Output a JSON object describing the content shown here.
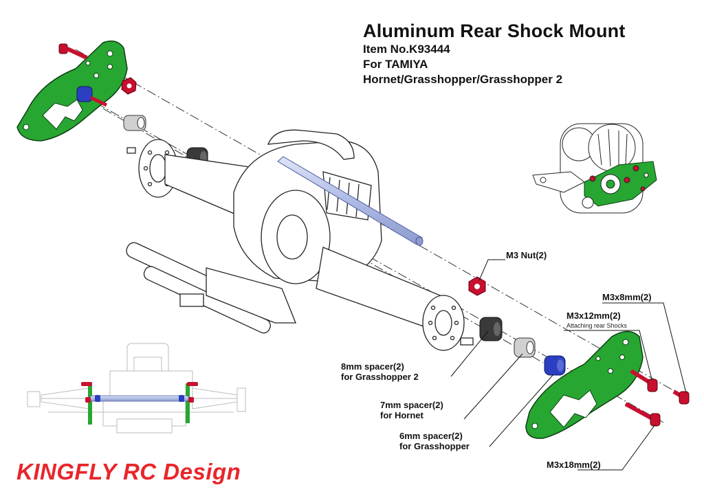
{
  "header": {
    "title": "Aluminum Rear Shock Mount",
    "item_no": "Item No.K93444",
    "for_line": "For TAMIYA",
    "models": "Hornet/Grasshopper/Grasshopper 2"
  },
  "callouts": {
    "m3_nut": "M3 Nut(2)",
    "m3x8": "M3x8mm(2)",
    "m3x12": "M3x12mm(2)",
    "m3x12_note": "Attaching rear Shocks",
    "m3x18": "M3x18mm(2)",
    "spacer8_line1": "8mm spacer(2)",
    "spacer8_line2": "for Grasshopper 2",
    "spacer7_line1": "7mm spacer(2)",
    "spacer7_line2": "for Hornet",
    "spacer6_line1": "6mm spacer(2)",
    "spacer6_line2": "for Grasshopper"
  },
  "brand": "KINGFLY RC Design",
  "colors": {
    "plate_green": "#27a632",
    "bolt_red": "#c8102e",
    "spacer_blue": "#2b3fc0",
    "spacer_grey": "#d0d0d0",
    "spacer_dark": "#3a3a3a",
    "rod_blue": "#b8c3e8",
    "brand_red": "#e8262b"
  }
}
